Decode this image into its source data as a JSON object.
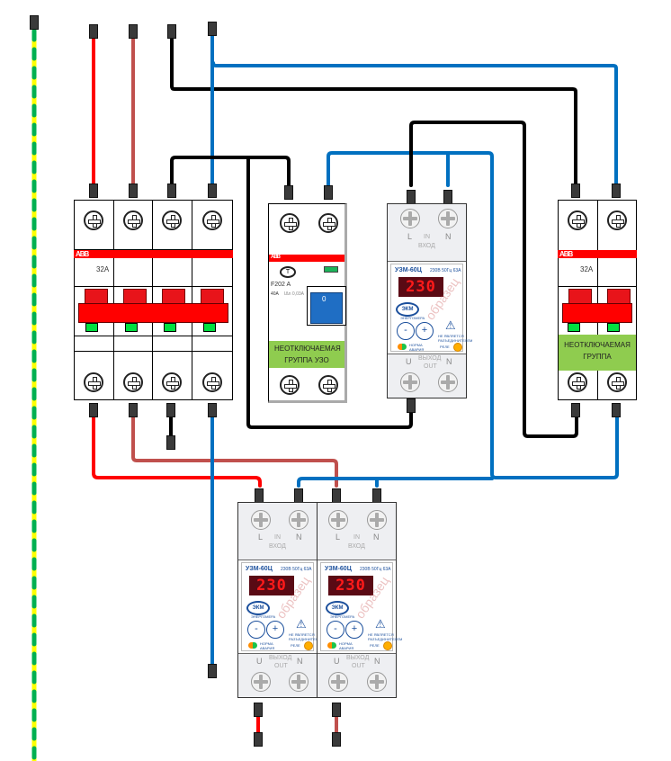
{
  "diagram": {
    "title": "",
    "wire_colors": {
      "earth_yellow": "#ffff00",
      "earth_green": "#00b050",
      "phase_l1": "#ff0000",
      "phase_l2": "#c0504d",
      "phase_l3": "#000000",
      "neutral": "#0070c0"
    }
  },
  "main_breaker": {
    "brand": "ABB",
    "rating": "32A",
    "poles": 4
  },
  "rcd": {
    "brand": "ABB",
    "model": "F202 A",
    "rating": "40A",
    "leak_current": "IΔn 0,03A",
    "toggle_label": "0",
    "label": "НЕОТКЛЮЧАЕМАЯ ГРУППА УЗО"
  },
  "right_breaker": {
    "brand": "ABB",
    "rating": "32A",
    "poles": 2,
    "label": "НЕОТКЛЮЧАЕМАЯ ГРУППА"
  },
  "voltage_relay": {
    "model": "УЗМ-60Ц",
    "spec": "230В 50Гц 63А",
    "display_value": "230",
    "brand_badge": "ЭКМ",
    "input_label_ru": "ВХОД",
    "input_label_en": "IN",
    "output_label_ru": "ВЫХОД",
    "output_label_en": "OUT",
    "terminal_l": "L",
    "terminal_n": "N",
    "terminal_u": "U",
    "btn_minus": "-",
    "btn_plus": "+",
    "warning_text": "НЕ ЯВЛЯЕТСЯ РАЗЪЕДИНИТЕЛЕМ",
    "status_norm": "НОРМА",
    "status_alarm": "АВАРИЯ",
    "relay_label": "РЕЛЕ",
    "sub_brand": "ЭНЕРГОМЕРА",
    "watermark": "образец"
  },
  "relays": [
    {
      "id": "uzm-upper"
    },
    {
      "id": "uzm-lower-left"
    },
    {
      "id": "uzm-lower-right"
    }
  ]
}
